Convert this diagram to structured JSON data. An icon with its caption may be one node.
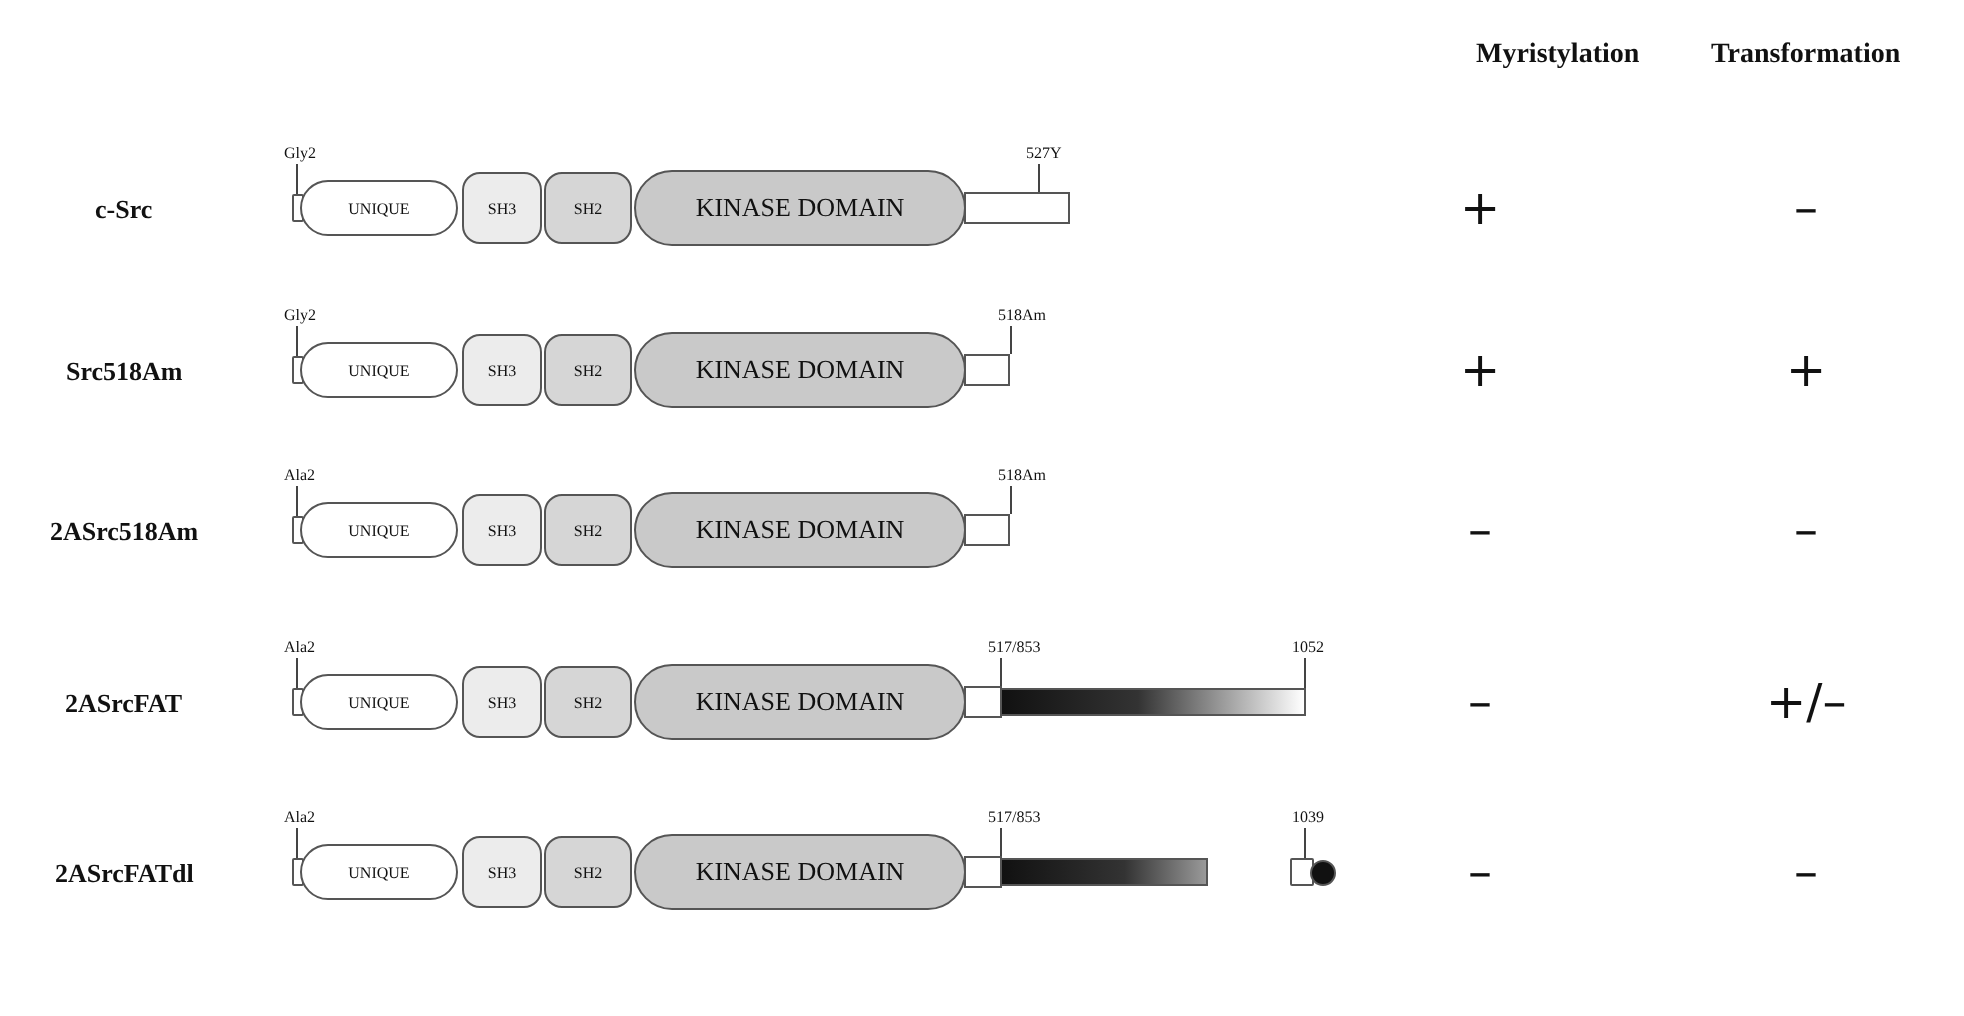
{
  "diagram": {
    "nodes": [
      {
        "text": [
          "Gly2"
        ]
      },
      {
        "text": [
          "527Y"
        ]
      },
      {
        "text": [],
        "shape": "box"
      },
      {
        "text": [
          "UNIQUE"
        ]
      },
      {
        "text": [
          "SH3"
        ]
      },
      {
        "text": [
          "SH2"
        ]
      },
      {
        "text": [
          "KINASE DOMAIN"
        ]
      },
      {
        "text": [],
        "shape": "bar"
      },
      {
        "text": [
          "Gly2"
        ]
      },
      {
        "text": [
          "518Am"
        ]
      },
      {
        "text": [],
        "shape": "box"
      },
      {
        "text": [
          "UNIQUE"
        ]
      },
      {
        "text": [
          "SH3"
        ]
      },
      {
        "text": [
          "SH2"
        ]
      },
      {
        "text": [
          "KINASE DOMAIN"
        ]
      },
      {
        "text": [],
        "shape": "bar"
      },
      {
        "text": [
          "Ala2"
        ]
      },
      {
        "text": [
          "518Am"
        ]
      },
      {
        "text": [],
        "shape": "box"
      },
      {
        "text": [
          "UNIQUE"
        ]
      },
      {
        "text": [
          "SH3"
        ]
      },
      {
        "text": [
          "SH2"
        ]
      },
      {
        "text": [
          "KINASE DOMAIN"
        ]
      },
      {
        "text": [],
        "shape": "bar"
      },
      {
        "text": [
          "Ala2"
        ]
      },
      {
        "text": [
          "517/853"
        ]
      },
      {
        "text": [
          "1052"
        ]
      },
      {
        "text": [],
        "shape": "box"
      },
      {
        "text": [
          "UNIQUE"
        ]
      },
      {
        "text": [
          "SH3"
        ]
      },
      {
        "text": [
          "SH2"
        ]
      },
      {
        "text": [
          "KINASE DOMAIN"
        ]
      },
      {
        "text": [],
        "shape": "bar"
      },
      {
        "text": [],
        "shape": "bar"
      },
      {
        "text": [
          "Ala2"
        ]
      },
      {
        "text": [
          "517/853"
        ]
      },
      {
        "text": [
          "1039"
        ]
      },
      {
        "text": [],
        "shape": "box"
      },
      {
        "text": [
          "UNIQUE"
        ]
      },
      {
        "text": [
          "SH3"
        ]
      },
      {
        "text": [
          "SH2"
        ]
      },
      {
        "text": [
          "KINASE DOMAIN"
        ]
      },
      {
        "text": [],
        "shape": "bar"
      },
      {
        "text": [],
        "shape": "bar"
      },
      {
        "text": [],
        "shape": "box"
      },
      {
        "text": [],
        "shape": "circle"
      }
    ],
    "edges": [
      {
        "from": 0,
        "to": 2,
        "arrow": "none"
      },
      {
        "from": 1,
        "to": 7,
        "arrow": "none"
      },
      {
        "from": 8,
        "to": 10,
        "arrow": "none"
      },
      {
        "from": 9,
        "to": 15,
        "arrow": "none"
      },
      {
        "from": 16,
        "to": 18,
        "arrow": "none"
      },
      {
        "from": 17,
        "to": 23,
        "arrow": "none"
      },
      {
        "from": 24,
        "to": 27,
        "arrow": "none"
      },
      {
        "from": 25,
        "to": 33,
        "arrow": "none"
      },
      {
        "from": 26,
        "to": 33,
        "arrow": "none"
      },
      {
        "from": 34,
        "to": 37,
        "arrow": "none"
      },
      {
        "from": 35,
        "to": 43,
        "arrow": "none"
      },
      {
        "from": 36,
        "to": 44,
        "arrow": "none"
      }
    ],
    "labels": [
      "Myristylation",
      "Transformation",
      "c-Src",
      "+",
      "–",
      "Src518Am",
      "+",
      "+",
      "2ASrc518Am",
      "–",
      "–",
      "2ASrcFAT",
      "–",
      "+/–",
      "2ASrcFATdl",
      "–",
      "–"
    ]
  }
}
